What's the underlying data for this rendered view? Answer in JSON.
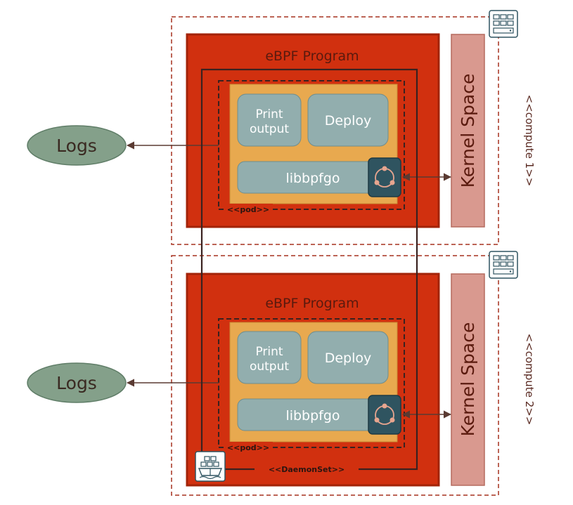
{
  "compute_nodes": [
    {
      "label": "<<compute 1>>",
      "program_title": "eBPF Program",
      "print_output_line1": "Print",
      "print_output_line2": "output",
      "deploy_label": "Deploy",
      "lib_label": "libbpfgo",
      "pod_label": "<<pod>>",
      "kernel_label": "Kernel Space",
      "logs_label": "Logs"
    },
    {
      "label": "<<compute 2>>",
      "program_title": "eBPF Program",
      "print_output_line1": "Print",
      "print_output_line2": "output",
      "deploy_label": "Deploy",
      "lib_label": "libbpfgo",
      "pod_label": "<<pod>>",
      "kernel_label": "Kernel Space",
      "logs_label": "Logs"
    }
  ],
  "daemonset_label": "<<DaemonSet>>",
  "icons": {
    "compute": "server-rack-icon",
    "library": "hub-network-icon",
    "daemonset": "ship-container-icon"
  },
  "colors": {
    "program_red": "#d1300f",
    "program_border": "#a32308",
    "pod_orange": "#e8a94f",
    "component_gray": "#92aeae",
    "kernel_pink": "#d9998f",
    "logs_green": "#84a08a",
    "icon_teal": "#2f5460",
    "arrow_brown": "#5a3a32",
    "dashed_red": "#a5301f"
  }
}
